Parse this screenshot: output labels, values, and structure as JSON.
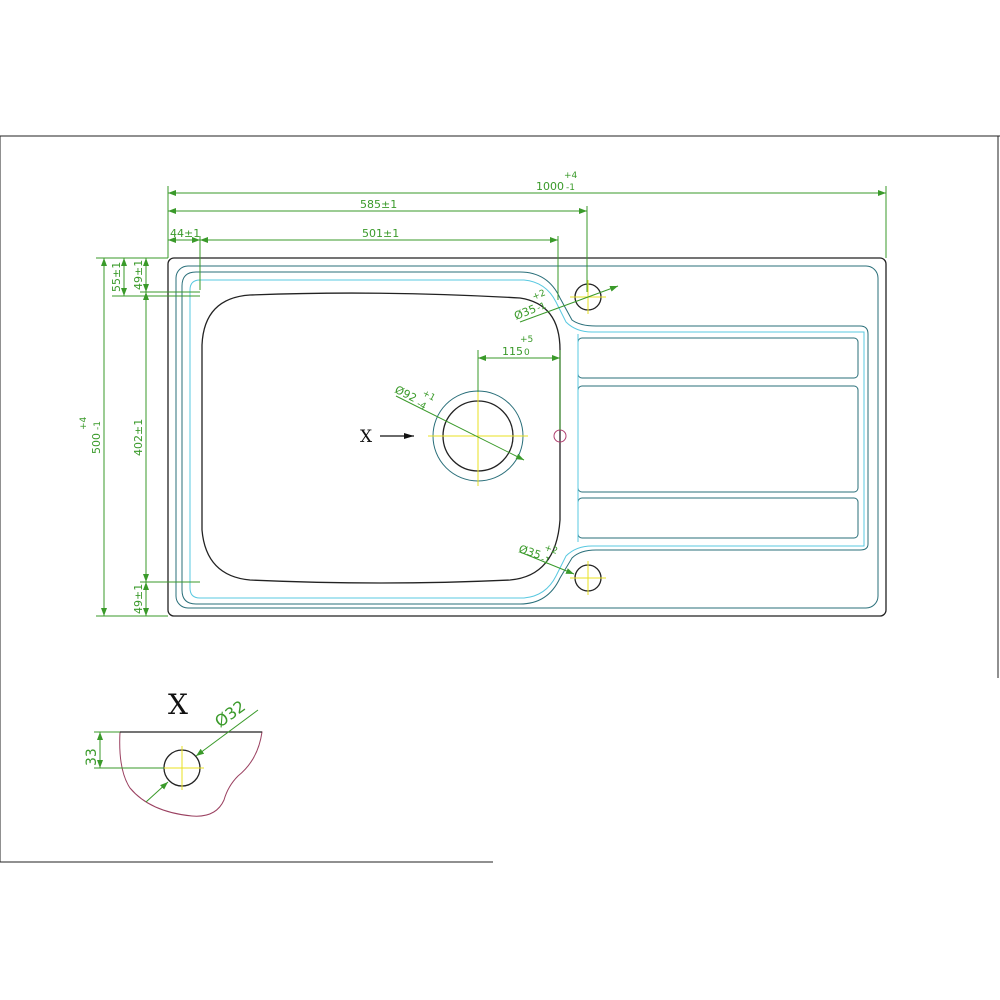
{
  "dimensions": {
    "overall_width": "1000",
    "overall_width_tol_upper": "+4",
    "overall_width_tol_lower": "-1",
    "bowl_offset": "585±1",
    "bowl_inset": "44±1",
    "bowl_width": "501±1",
    "overall_depth": "500",
    "overall_depth_tol_upper": "+4",
    "overall_depth_tol_lower": "-1",
    "rim_top_outer": "55±1",
    "rim_top": "49±1",
    "bowl_depth": "402±1",
    "rim_bottom": "49±1",
    "drain_offset": "115",
    "drain_offset_tol_upper": "+5",
    "drain_offset_tol_lower": "0",
    "drain_dia": "Ø92",
    "drain_dia_tol_upper": "+1",
    "drain_dia_tol_lower": "-4",
    "tap_hole_top": "Ø35",
    "tap_hole_top_tol_upper": "+2",
    "tap_hole_top_tol_lower": "-1",
    "tap_hole_bottom": "Ø35",
    "tap_hole_bottom_tol_upper": "+2",
    "tap_hole_bottom_tol_lower": "-1",
    "detail_hole_dia": "Ø32",
    "detail_hole_depth": "33"
  },
  "labels": {
    "view_marker": "X",
    "detail_title": "X"
  },
  "colors": {
    "dimension": "#3a9a2a",
    "outline": "#222222",
    "inner_outline": "#2a6f7a",
    "cyan_outline": "#58c8e0",
    "centerline": "#e8e020",
    "overflow": "#b04070",
    "detail_curve": "#9a4060"
  }
}
